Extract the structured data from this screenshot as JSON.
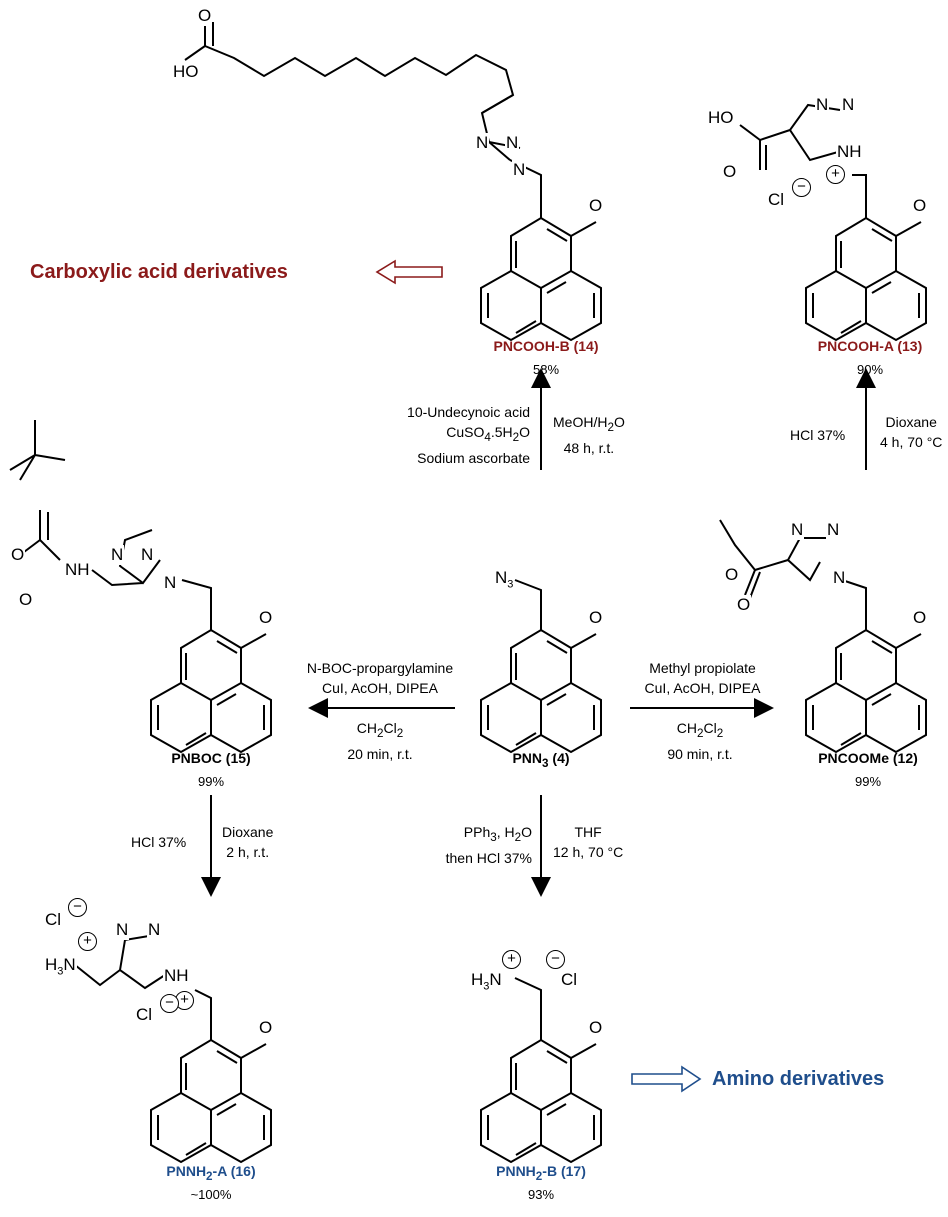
{
  "arrows_text": {
    "left_big": "Carboxylic acid derivatives",
    "right_big": "Amino derivatives"
  },
  "compounds": {
    "c14": {
      "name": "PNCOOH-B",
      "num": "14",
      "yield": "58%"
    },
    "c13": {
      "name": "PNCOOH-A",
      "num": "13",
      "yield": "90%"
    },
    "c15": {
      "name": "PNBOC",
      "num": "15",
      "yield": "99%"
    },
    "c4": {
      "name": "PNN",
      "sub": "3",
      "num": "4"
    },
    "c12": {
      "name": "PNCOOMe",
      "num": "12",
      "yield": "99%"
    },
    "c16": {
      "name_a": "PNNH",
      "sub": "2",
      "name_b": "-A",
      "num": "16",
      "yield": "~100%"
    },
    "c17": {
      "name_a": "PNNH",
      "sub": "2",
      "name_b": "-B",
      "num": "17",
      "yield": "93%"
    }
  },
  "conditions": {
    "up_left": [
      "10-Undecynoic acid",
      "CuSO",
      "4",
      ".5H",
      "2",
      "O",
      "Sodium ascorbate"
    ],
    "up_right": [
      "MeOH/H",
      "2",
      "O",
      "48 h, r.t."
    ],
    "right_left": [
      "HCl 37%"
    ],
    "right_right": [
      "Dioxane",
      "4 h, 70 °C"
    ],
    "to_left_top": [
      "N-BOC-propargylamine",
      "CuI, AcOH, DIPEA"
    ],
    "to_left_bot": [
      "CH",
      "2",
      "Cl",
      "2",
      "20 min, r.t."
    ],
    "to_right_top": [
      "Methyl propiolate",
      "CuI, AcOH, DIPEA"
    ],
    "to_right_bot": [
      "CH",
      "2",
      "Cl",
      "2",
      "90 min, r.t."
    ],
    "down_left_l": [
      "HCl 37%"
    ],
    "down_left_r": [
      "Dioxane",
      "2 h, r.t."
    ],
    "down_mid_l": [
      "PPh",
      "3",
      ", H",
      "2",
      "O",
      "then HCl 37%"
    ],
    "down_mid_r": [
      "THF",
      "12 h, 70 °C"
    ]
  },
  "atoms": {
    "O": "O",
    "HO": "HO",
    "OH": "O",
    "N": "N",
    "NH": "NH",
    "Cl": "Cl",
    "H3N": "H",
    "3": "3",
    "N3": "N",
    "plus": "+",
    "minus": "−"
  },
  "colors": {
    "red": "#8B1A1A",
    "blue": "#1F4E8C"
  }
}
